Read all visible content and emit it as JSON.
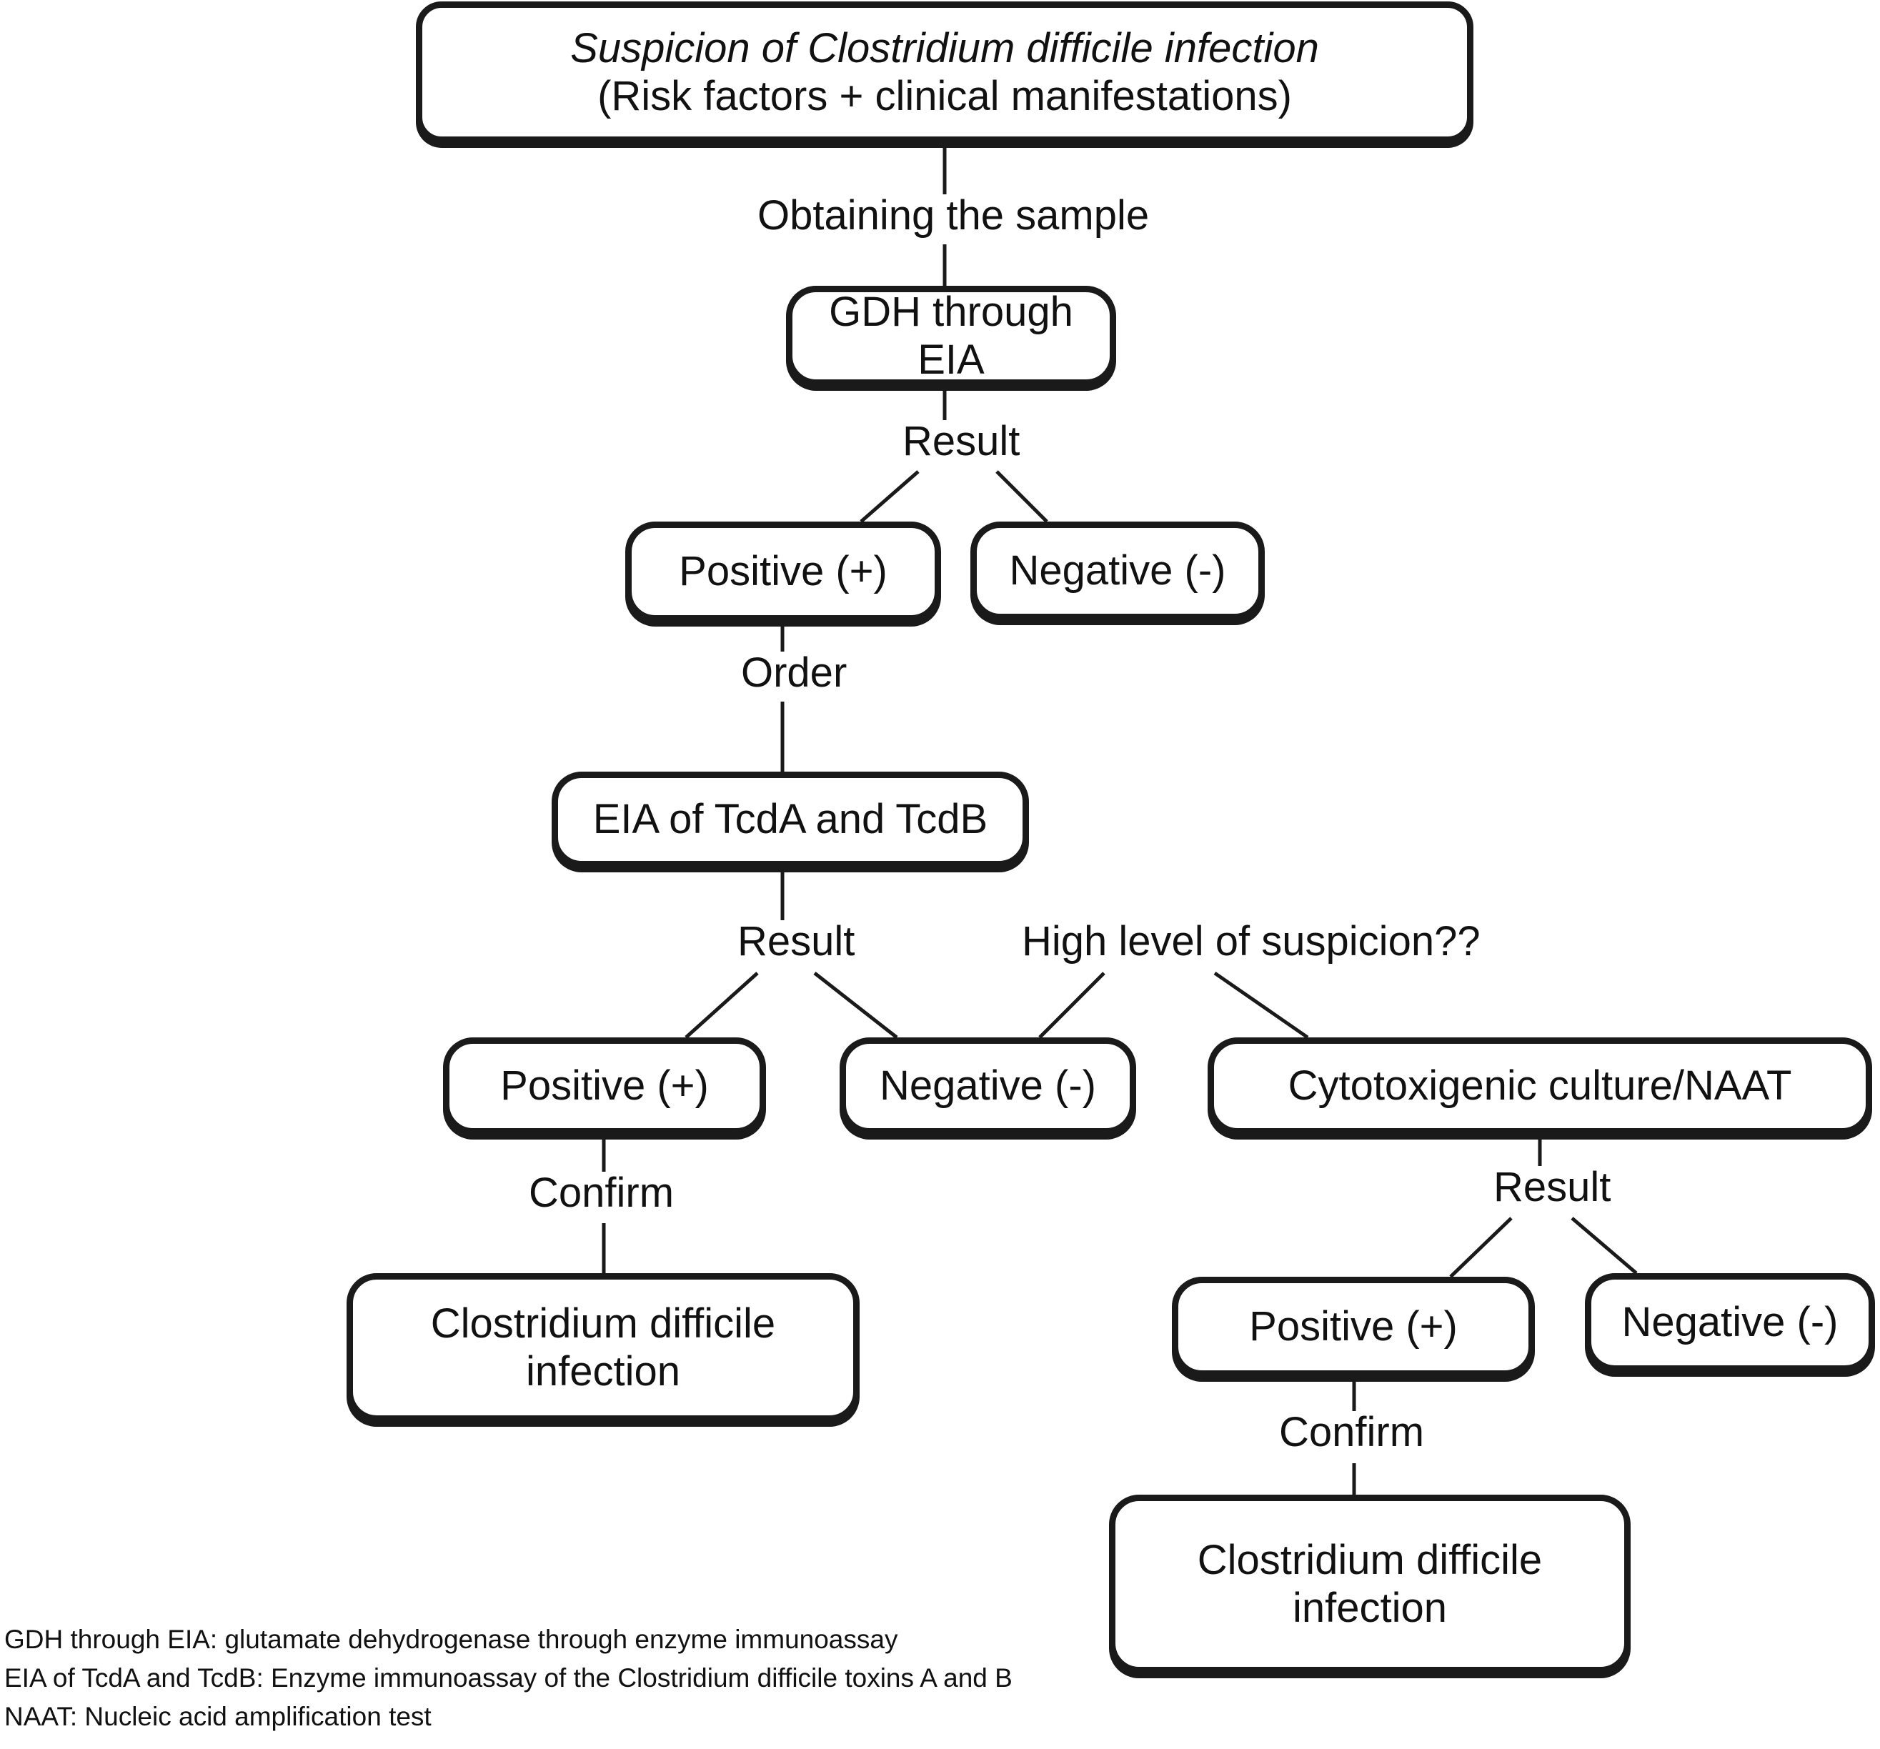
{
  "diagram": {
    "title_node": {
      "line1": "Suspicion of Clostridium difficile infection",
      "line2": "(Risk factors + clinical manifestations)"
    },
    "nodes": [
      {
        "id": "gdh",
        "label": "GDH through EIA"
      },
      {
        "id": "pos1",
        "label": "Positive (+)"
      },
      {
        "id": "neg1",
        "label": "Negative (-)"
      },
      {
        "id": "eia",
        "label": "EIA of TcdA and TcdB"
      },
      {
        "id": "pos2",
        "label": "Positive (+)"
      },
      {
        "id": "neg2",
        "label": "Negative (-)"
      },
      {
        "id": "culture",
        "label": "Cytotoxigenic culture/NAAT"
      },
      {
        "id": "cdi_left_1",
        "label": "Clostridium difficile"
      },
      {
        "id": "cdi_left_2",
        "label": "infection"
      },
      {
        "id": "pos3",
        "label": "Positive (+)"
      },
      {
        "id": "neg3",
        "label": "Negative (-)"
      },
      {
        "id": "cdi_right_1",
        "label": "Clostridium difficile"
      },
      {
        "id": "cdi_right_2",
        "label": "infection"
      }
    ],
    "edge_labels": {
      "obtaining_sample": "Obtaining the sample",
      "result_1": "Result",
      "order": "Order",
      "result_2": "Result",
      "high_suspicion": "High level of suspicion??",
      "confirm_left": "Confirm",
      "result_3": "Result",
      "confirm_right": "Confirm"
    },
    "footnotes": [
      "GDH through EIA: glutamate dehydrogenase through enzyme immunoassay",
      "EIA of TcdA and TcdB: Enzyme immunoassay of the Clostridium difficile toxins A and B",
      "NAAT: Nucleic acid amplification test"
    ],
    "colors": {
      "stroke": "#1a1a1a",
      "text": "#111111",
      "background": "#ffffff"
    }
  }
}
